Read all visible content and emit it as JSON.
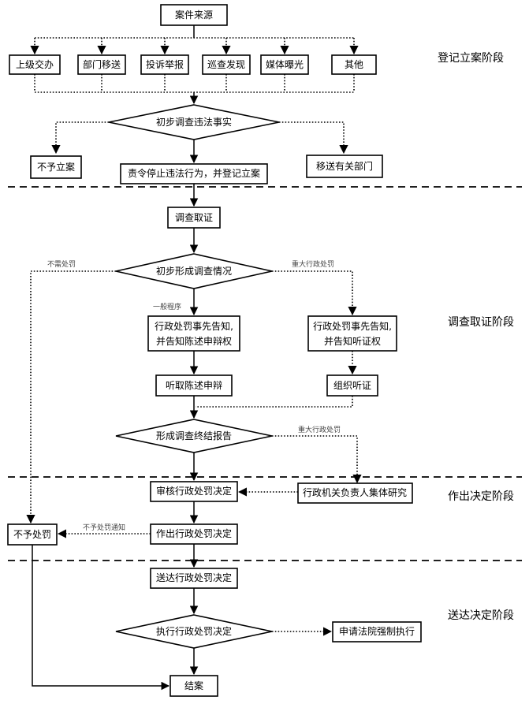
{
  "nodes": {
    "source": "案件来源",
    "src_1": "上级交办",
    "src_2": "部门移送",
    "src_3": "投诉举报",
    "src_4": "巡查发现",
    "src_5": "媒体曝光",
    "src_6": "其他",
    "prelim_check": "初步调查违法事实",
    "no_case": "不予立案",
    "order_stop_1": "责令停止违法行为，并登记立案",
    "transfer": "移送有关部门",
    "investigate": "调查取证",
    "prelim_form": "初步形成调查情况",
    "notice_general_1": "行政处罚事先告知,",
    "notice_general_2": "并告知陈述申辩权",
    "notice_major_1": "行政处罚事先告知,",
    "notice_major_2": "并告知听证权",
    "hear_statement": "听取陈述申辩",
    "organize_hearing": "组织听证",
    "final_report": "形成调查终结报告",
    "review_decision": "审核行政处罚决定",
    "collective_study": "行政机关负责人集体研究",
    "no_penalty": "不予处罚",
    "make_decision": "作出行政处罚决定",
    "deliver_decision": "送达行政处罚决定",
    "execute_decision": "执行行政处罚决定",
    "court_enforce": "申请法院强制执行",
    "close_case": "结案"
  },
  "labels": {
    "no_penalty_needed": "不需处罚",
    "major_penalty_1": "重大行政处罚",
    "general_procedure": "一般程序",
    "major_penalty_2": "重大行政处罚",
    "no_penalty_notice": "不予处罚通知"
  },
  "stages": {
    "register": "登记立案阶段",
    "investigate": "调查取证阶段",
    "decide": "作出决定阶段",
    "deliver": "送达决定阶段"
  }
}
